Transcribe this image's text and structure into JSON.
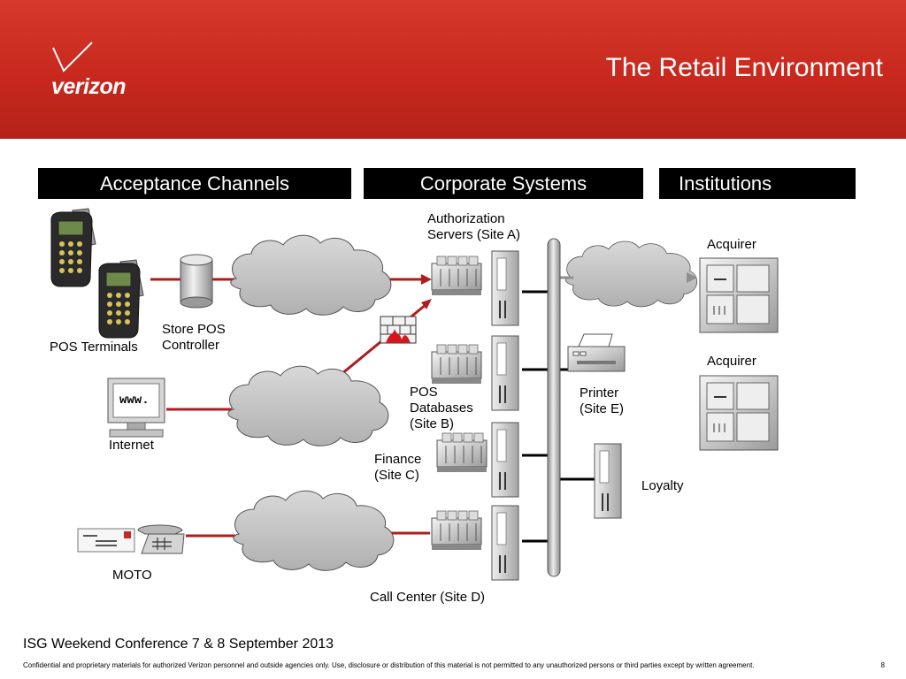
{
  "header": {
    "logo_text": "verizon",
    "title": "The Retail Environment"
  },
  "columns": [
    {
      "label": "Acceptance Channels"
    },
    {
      "label": "Corporate Systems"
    },
    {
      "label": "Institutions"
    }
  ],
  "nodes": {
    "pos_terminals": "POS Terminals",
    "store_pos_line1": "Store POS",
    "store_pos_line2": "Controller",
    "internet": "Internet",
    "www": "www.",
    "moto": "MOTO",
    "auth_line1": "Authorization",
    "auth_line2": "Servers (Site A)",
    "pos_db_line1": "POS",
    "pos_db_line2": "Databases",
    "pos_db_line3": "(Site B)",
    "finance_line1": "Finance",
    "finance_line2": "(Site C)",
    "call_center": "Call Center (Site D)",
    "printer_line1": "Printer",
    "printer_line2": "(Site E)",
    "loyalty": "Loyalty",
    "acquirer_1": "Acquirer",
    "acquirer_2": "Acquirer"
  },
  "footer": {
    "conference": "ISG Weekend Conference 7 & 8 September 2013",
    "confidential": "Confidential and proprietary materials for authorized Verizon personnel and outside agencies only. Use, disclosure or distribution of this material is not permitted to any unauthorized persons or third parties except by written agreement.",
    "page": "8"
  },
  "colors": {
    "header_red": "#c8281d",
    "link_red": "#b01c1c",
    "cloud_gray": "#c9c9c9",
    "arrow_gray": "#8f8f8f"
  }
}
